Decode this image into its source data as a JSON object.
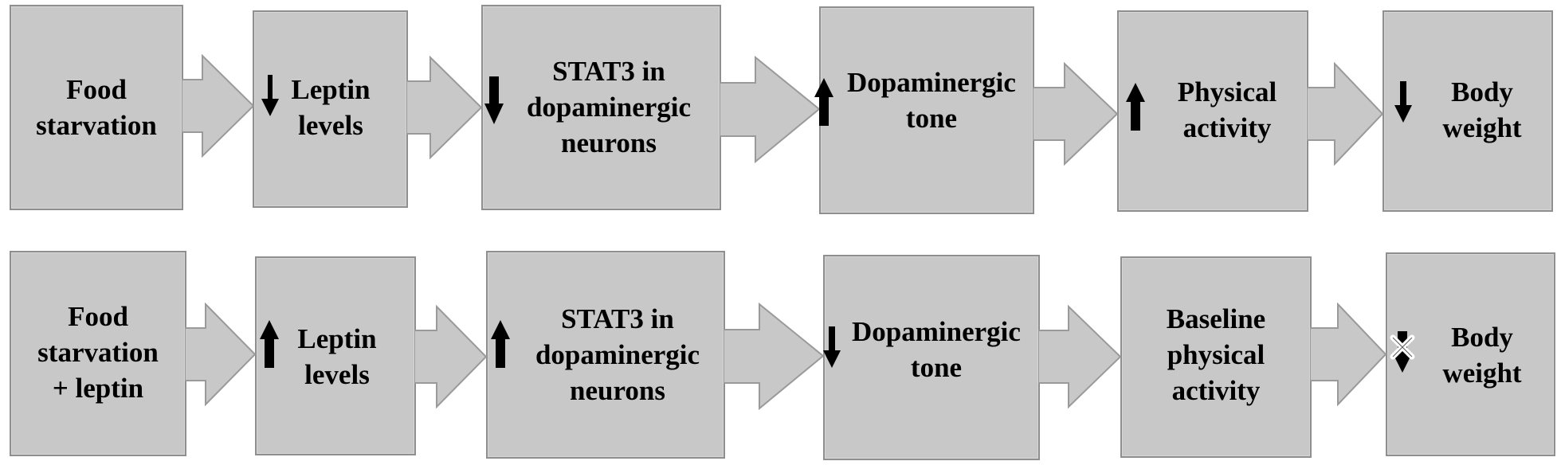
{
  "colors": {
    "box_fill": "#c8c8c8",
    "box_border": "#8f8f8f",
    "arrow_fill": "#c8c8c8",
    "arrow_stroke": "#9a9a9a",
    "text": "#000000"
  },
  "rows": [
    {
      "steps": [
        {
          "label_lines": [
            "Food",
            "starvation"
          ],
          "indicator": "none"
        },
        {
          "label_lines": [
            "Leptin",
            "levels"
          ],
          "indicator": "down-thin"
        },
        {
          "label_lines": [
            "STAT3 in",
            "dopaminergic",
            "neurons"
          ],
          "indicator": "down"
        },
        {
          "label_lines": [
            "Dopaminergic",
            "tone"
          ],
          "indicator": "up"
        },
        {
          "label_lines": [
            "Physical",
            "activity"
          ],
          "indicator": "up"
        },
        {
          "label_lines": [
            "Body",
            "weight"
          ],
          "indicator": "down-thin"
        }
      ]
    },
    {
      "steps": [
        {
          "label_lines": [
            "Food",
            "starvation",
            "+ leptin"
          ],
          "indicator": "none"
        },
        {
          "label_lines": [
            "Leptin",
            "levels"
          ],
          "indicator": "up"
        },
        {
          "label_lines": [
            "STAT3 in",
            "dopaminergic",
            "neurons"
          ],
          "indicator": "up"
        },
        {
          "label_lines": [
            "Dopaminergic",
            "tone"
          ],
          "indicator": "down-thin"
        },
        {
          "label_lines": [
            "Baseline",
            "physical",
            "activity"
          ],
          "indicator": "none"
        },
        {
          "label_lines": [
            "Body",
            "weight"
          ],
          "indicator": "down-crossed"
        }
      ]
    }
  ]
}
